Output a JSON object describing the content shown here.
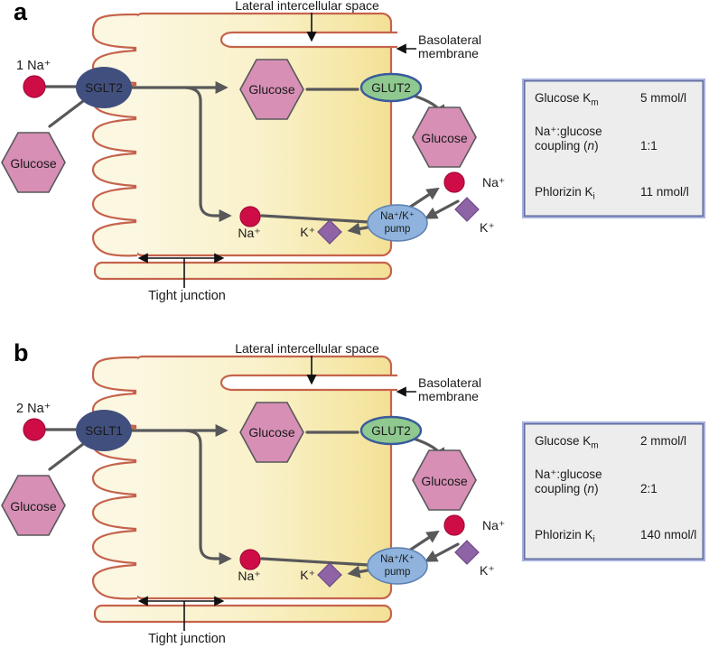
{
  "colors": {
    "membrane": "#C5634B",
    "cell_fill_left": "#FBF7E1",
    "cell_fill_right": "#F3E096",
    "flow_arrow": "#58585A",
    "glucose_pink": "#D78FB5",
    "sglt_blue": "#414F7E",
    "glut2_green": "#8FC98F",
    "glut2_border": "#3A5A9B",
    "pump_blue": "#8FB3DC",
    "sodium_red": "#CE0D47",
    "potassium_purple": "#8F64A6",
    "infobox_bg": "#EDEDED",
    "infobox_border": "#A6B0DB"
  },
  "panel_a": {
    "letter": "a",
    "na_label": "1 Na⁺",
    "transporter": "SGLT2",
    "glucose_left": "Glucose",
    "lateral_space_label": "Lateral intercellular space",
    "basolateral_line1": "Basolateral",
    "basolateral_line2": "membrane",
    "glucose_inner": "Glucose",
    "glut2": "GLUT2",
    "glucose_outer": "Glucose",
    "na_inner": "Na⁺",
    "pump_line1": "Na⁺/K⁺",
    "pump_line2": "pump",
    "na_outer": "Na⁺",
    "k_outer": "K⁺",
    "k_inner": "K⁺",
    "tight_junction_label": "Tight junction",
    "infobox": {
      "row1_label": "Glucose K",
      "row1_sub": "m",
      "row1_value": "5 mmol/l",
      "row2_line1": "Na⁺:glucose",
      "row2_line2_pre": "coupling (",
      "row2_italic": "n",
      "row2_line2_post": ")",
      "row2_value": "1:1",
      "row3_label": "Phlorizin K",
      "row3_sub": "i",
      "row3_value": "11 nmol/l"
    }
  },
  "panel_b": {
    "letter": "b",
    "na_label": "2 Na⁺",
    "transporter": "SGLT1",
    "glucose_left": "Glucose",
    "lateral_space_label": "Lateral intercellular space",
    "basolateral_line1": "Basolateral",
    "basolateral_line2": "membrane",
    "glucose_inner": "Glucose",
    "glut2": "GLUT2",
    "glucose_outer": "Glucose",
    "na_inner": "Na⁺",
    "pump_line1": "Na⁺/K⁺",
    "pump_line2": "pump",
    "na_outer": "Na⁺",
    "k_outer": "K⁺",
    "k_inner": "K⁺",
    "tight_junction_label": "Tight junction",
    "infobox": {
      "row1_label": "Glucose K",
      "row1_sub": "m",
      "row1_value": "2 mmol/l",
      "row2_line1": "Na⁺:glucose",
      "row2_line2_pre": "coupling (",
      "row2_italic": "n",
      "row2_line2_post": ")",
      "row2_value": "2:1",
      "row3_label": "Phlorizin K",
      "row3_sub": "i",
      "row3_value": "140 nmol/l"
    }
  }
}
